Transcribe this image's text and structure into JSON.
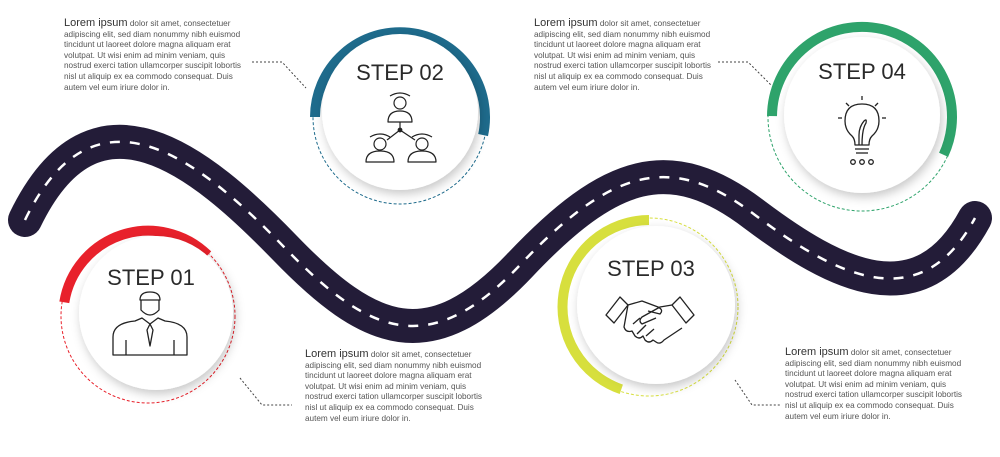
{
  "colors": {
    "road": "#231c38",
    "road_dash": "#ffffff",
    "step1": "#e8212b",
    "step2": "#1e6b8c",
    "step3": "#d7df3d",
    "step4": "#2ea36b",
    "connector": "#444444"
  },
  "steps": [
    {
      "label": "STEP 01",
      "icon": "person-icon",
      "heading": "Lorem ipsum",
      "body": "dolor sit amet, consectetuer adipiscing elit, sed diam nonummy nibh euismod tincidunt ut laoreet dolore magna aliquam erat volutpat. Ut wisi enim ad minim veniam, quis nostrud exerci tation ullamcorper suscipit lobortis nisl ut aliquip ex ea commodo consequat. Duis autem vel eum iriure dolor in."
    },
    {
      "label": "STEP 02",
      "icon": "team-hierarchy-icon",
      "heading": "Lorem ipsum",
      "body": "dolor sit amet, consectetuer adipiscing elit, sed diam nonummy nibh euismod tincidunt ut laoreet dolore magna aliquam erat volutpat. Ut wisi enim ad minim veniam, quis nostrud exerci tation ullamcorper suscipit lobortis nisl ut aliquip ex ea commodo consequat. Duis autem vel eum iriure dolor in."
    },
    {
      "label": "STEP 03",
      "icon": "handshake-icon",
      "heading": "Lorem ipsum",
      "body": "dolor sit amet, consectetuer adipiscing elit, sed diam nonummy nibh euismod tincidunt ut laoreet dolore magna aliquam erat volutpat. Ut wisi enim ad minim veniam, quis nostrud exerci tation ullamcorper suscipit lobortis nisl ut aliquip ex ea commodo consequat. Duis autem vel eum iriure dolor in."
    },
    {
      "label": "STEP 04",
      "icon": "lightbulb-icon",
      "heading": "Lorem ipsum",
      "body": "dolor sit amet, consectetuer adipiscing elit, sed diam nonummy nibh euismod tincidunt ut laoreet dolore magna aliquam erat volutpat. Ut wisi enim ad minim veniam, quis nostrud exerci tation ullamcorper suscipit lobortis nisl ut aliquip ex ea commodo consequat. Duis autem vel eum iriure dolor in."
    }
  ],
  "stock_id": "575494575"
}
